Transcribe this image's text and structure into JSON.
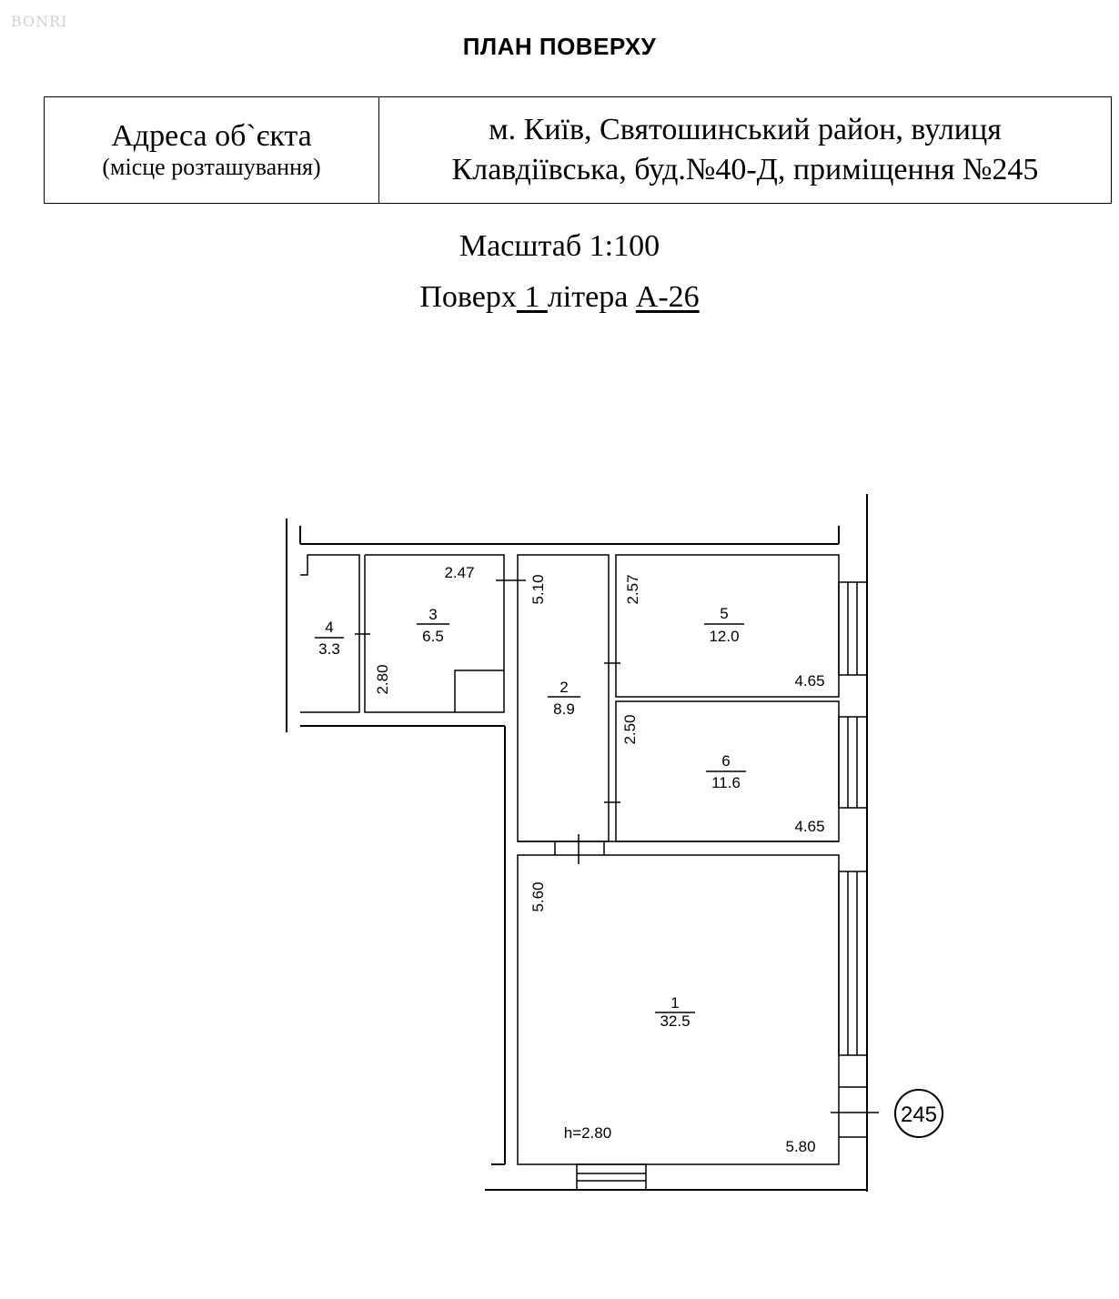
{
  "watermark": "BONRI",
  "title": "ПЛАН ПОВЕРХУ",
  "address": {
    "label_main": "Адреса об`єкта",
    "label_sub": "(місце розташування)",
    "line1": "м. Київ, Святошинський район, вулиця",
    "line2": "Клавдіївська, буд.№40-Д, приміщення №245"
  },
  "scale": "Масштаб 1:100",
  "floor": {
    "prefix": "Поверх",
    "number": " 1 ",
    "middle": "літера",
    "letter": "А-26"
  },
  "rooms": [
    {
      "number": "1",
      "area": "32.5"
    },
    {
      "number": "2",
      "area": "8.9"
    },
    {
      "number": "3",
      "area": "6.5"
    },
    {
      "number": "4",
      "area": "3.3"
    },
    {
      "number": "5",
      "area": "12.0"
    },
    {
      "number": "6",
      "area": "11.6"
    }
  ],
  "dimensions": {
    "d_2_47": "2.47",
    "d_5_10": "5.10",
    "d_2_80": "2.80",
    "d_2_57": "2.57",
    "d_4_65_a": "4.65",
    "d_2_50": "2.50",
    "d_4_65_b": "4.65",
    "d_5_60": "5.60",
    "d_5_80": "5.80",
    "height": "h=2.80"
  },
  "unit_marker": "245"
}
